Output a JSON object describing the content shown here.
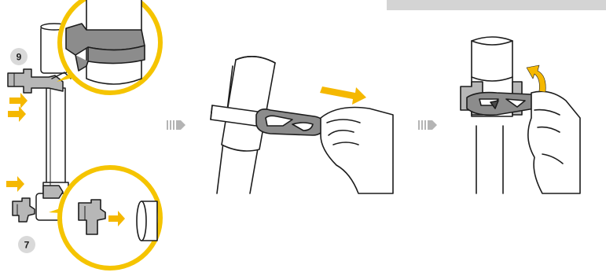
{
  "colors": {
    "accent": "#f5c400",
    "arrow": "#f5b800",
    "gray_bar": "#d4d4d4",
    "line": "#1c1c1c",
    "strap": "#8c8c8c",
    "strap_dark": "#6e6e6e",
    "part": "#b7b7b7",
    "badge": "#d9d9d9"
  },
  "steps": [
    {
      "number": "9",
      "icon": "upper-bracket-clip"
    },
    {
      "number": "7",
      "icon": "lower-bracket-clip"
    }
  ],
  "icons": {
    "step_separator": "triple-chevron-arrow",
    "direction": "yellow-arrow",
    "rotate": "curved-arrow"
  }
}
